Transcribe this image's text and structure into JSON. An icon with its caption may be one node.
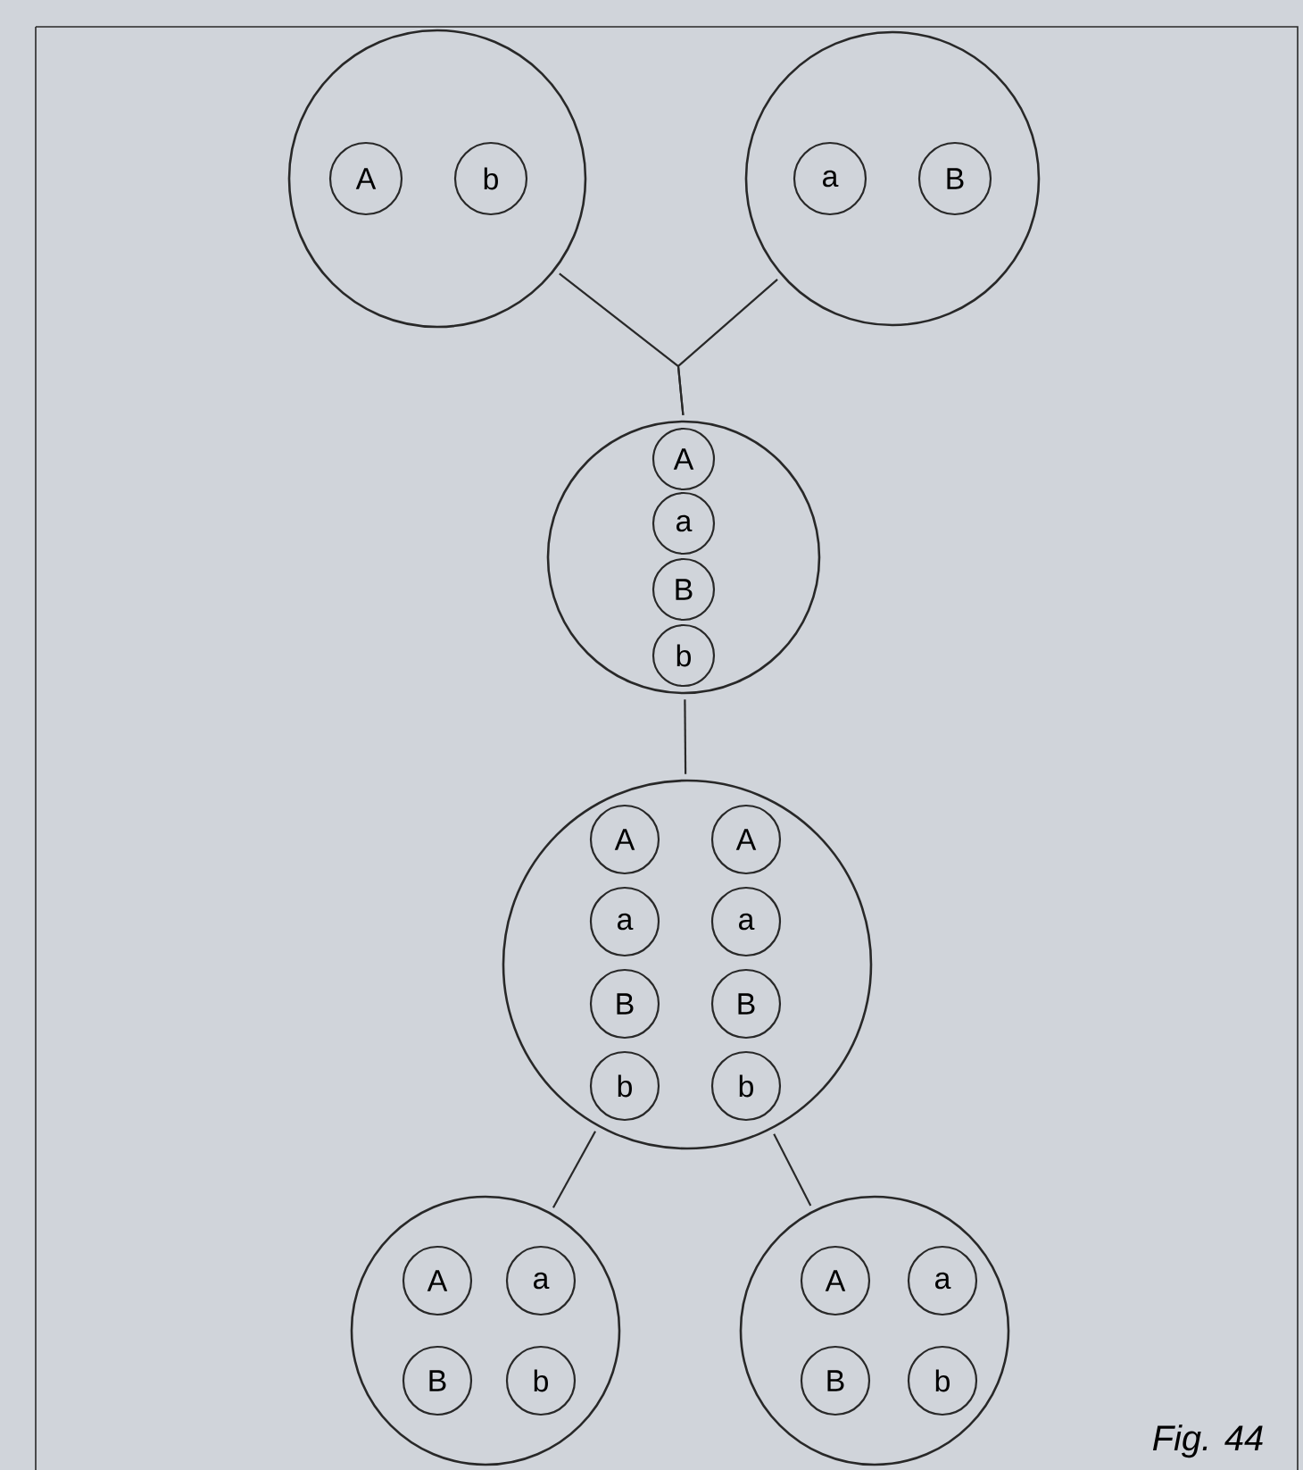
{
  "diagram": {
    "nodes": [
      {
        "text": [],
        "shape": "circle"
      },
      {
        "text": [
          "A"
        ],
        "in": 0
      },
      {
        "text": [
          "b"
        ],
        "in": 0
      },
      {
        "text": [],
        "shape": "circle"
      },
      {
        "text": [
          "a"
        ],
        "in": 3
      },
      {
        "text": [
          "B"
        ],
        "in": 3
      },
      {
        "text": [],
        "shape": "circle"
      },
      {
        "text": [
          "A"
        ],
        "in": 6
      },
      {
        "text": [
          "a"
        ],
        "in": 6
      },
      {
        "text": [
          "B"
        ],
        "in": 6
      },
      {
        "text": [
          "b"
        ],
        "in": 6
      },
      {
        "text": [],
        "shape": "circle"
      },
      {
        "text": [
          "A"
        ],
        "in": 11
      },
      {
        "text": [
          "A"
        ],
        "in": 11
      },
      {
        "text": [
          "a"
        ],
        "in": 11
      },
      {
        "text": [
          "a"
        ],
        "in": 11
      },
      {
        "text": [
          "B"
        ],
        "in": 11
      },
      {
        "text": [
          "B"
        ],
        "in": 11
      },
      {
        "text": [
          "b"
        ],
        "in": 11
      },
      {
        "text": [
          "b"
        ],
        "in": 11
      },
      {
        "text": [],
        "shape": "circle"
      },
      {
        "text": [
          "A"
        ],
        "in": 20
      },
      {
        "text": [
          "a"
        ],
        "in": 20
      },
      {
        "text": [
          "B"
        ],
        "in": 20
      },
      {
        "text": [
          "b"
        ],
        "in": 20
      },
      {
        "text": [],
        "shape": "circle"
      },
      {
        "text": [
          "A"
        ],
        "in": 25
      },
      {
        "text": [
          "a"
        ],
        "in": 25
      },
      {
        "text": [
          "B"
        ],
        "in": 25
      },
      {
        "text": [
          "b"
        ],
        "in": 25
      }
    ],
    "edges": [
      {
        "from": 0,
        "to": 6,
        "arrow": "none"
      },
      {
        "from": 3,
        "to": 6,
        "arrow": "none"
      },
      {
        "from": 6,
        "to": 11,
        "arrow": "none"
      },
      {
        "from": 11,
        "to": 20,
        "arrow": "none"
      },
      {
        "from": 11,
        "to": 25,
        "arrow": "none"
      }
    ],
    "labels": [
      "Fig. 44"
    ]
  }
}
